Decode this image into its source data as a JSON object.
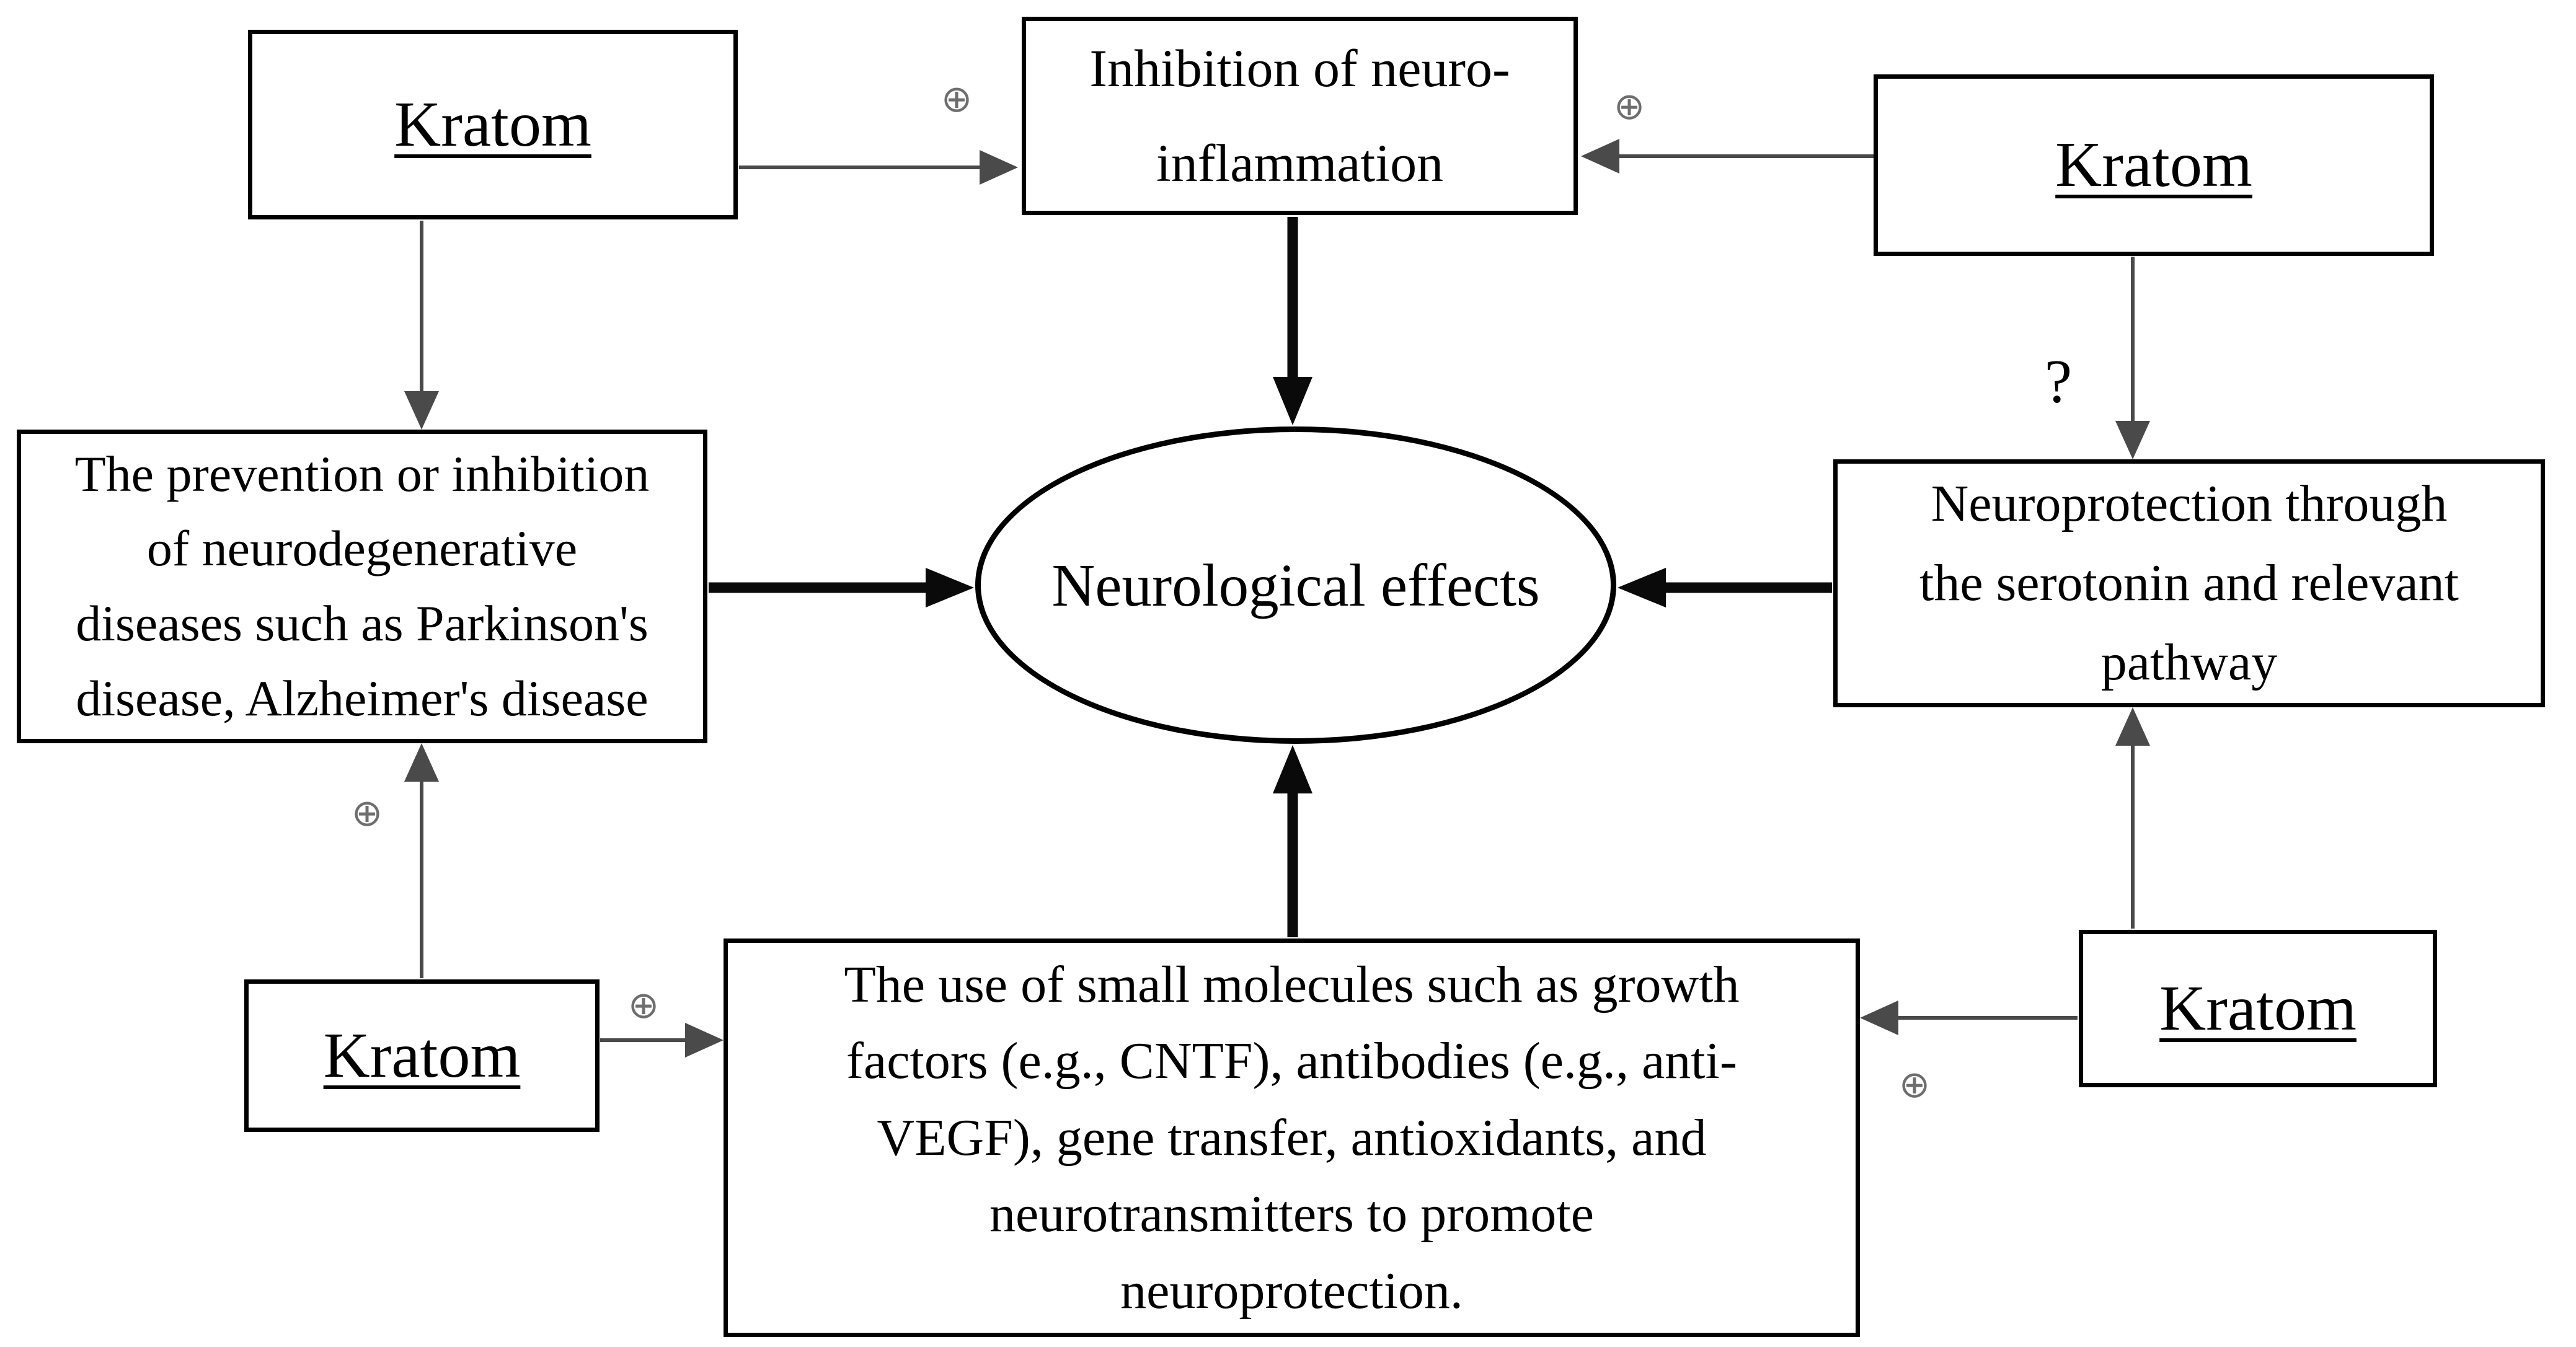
{
  "colors": {
    "border": "#000000",
    "thin_arrow": "#4a4a4a",
    "thick_arrow": "#0a0a0a",
    "plus_symbol": "#6e6e6e",
    "text": "#000000",
    "background": "#ffffff"
  },
  "nodes": {
    "kratom_top_left": {
      "label": "Kratom"
    },
    "kratom_top_right": {
      "label": "Kratom"
    },
    "kratom_bottom_left": {
      "label": "Kratom"
    },
    "kratom_bottom_right": {
      "label": "Kratom"
    },
    "inhibition": {
      "lines": [
        "Inhibition of neuro-",
        "inflammation"
      ]
    },
    "prevention": {
      "lines": [
        "The prevention or inhibition",
        "of neurodegenerative",
        "diseases such as Parkinson's",
        "disease, Alzheimer's disease"
      ]
    },
    "neuroprotection": {
      "lines": [
        "Neuroprotection through",
        "the serotonin and relevant",
        "pathway"
      ]
    },
    "small_molecules": {
      "lines": [
        "The use of small molecules such as growth",
        "factors (e.g., CNTF), antibodies (e.g., anti-",
        "VEGF), gene transfer, antioxidants, and",
        "neurotransmitters to promote",
        "neuroprotection."
      ]
    },
    "neurological_effects": {
      "label": "Neurological effects"
    }
  },
  "annotations": {
    "plus_top_left": "⊕",
    "plus_top_right": "⊕",
    "plus_mid_left": "⊕",
    "plus_bottom_left": "⊕",
    "plus_bottom_right": "⊕",
    "question_mark": "?"
  }
}
